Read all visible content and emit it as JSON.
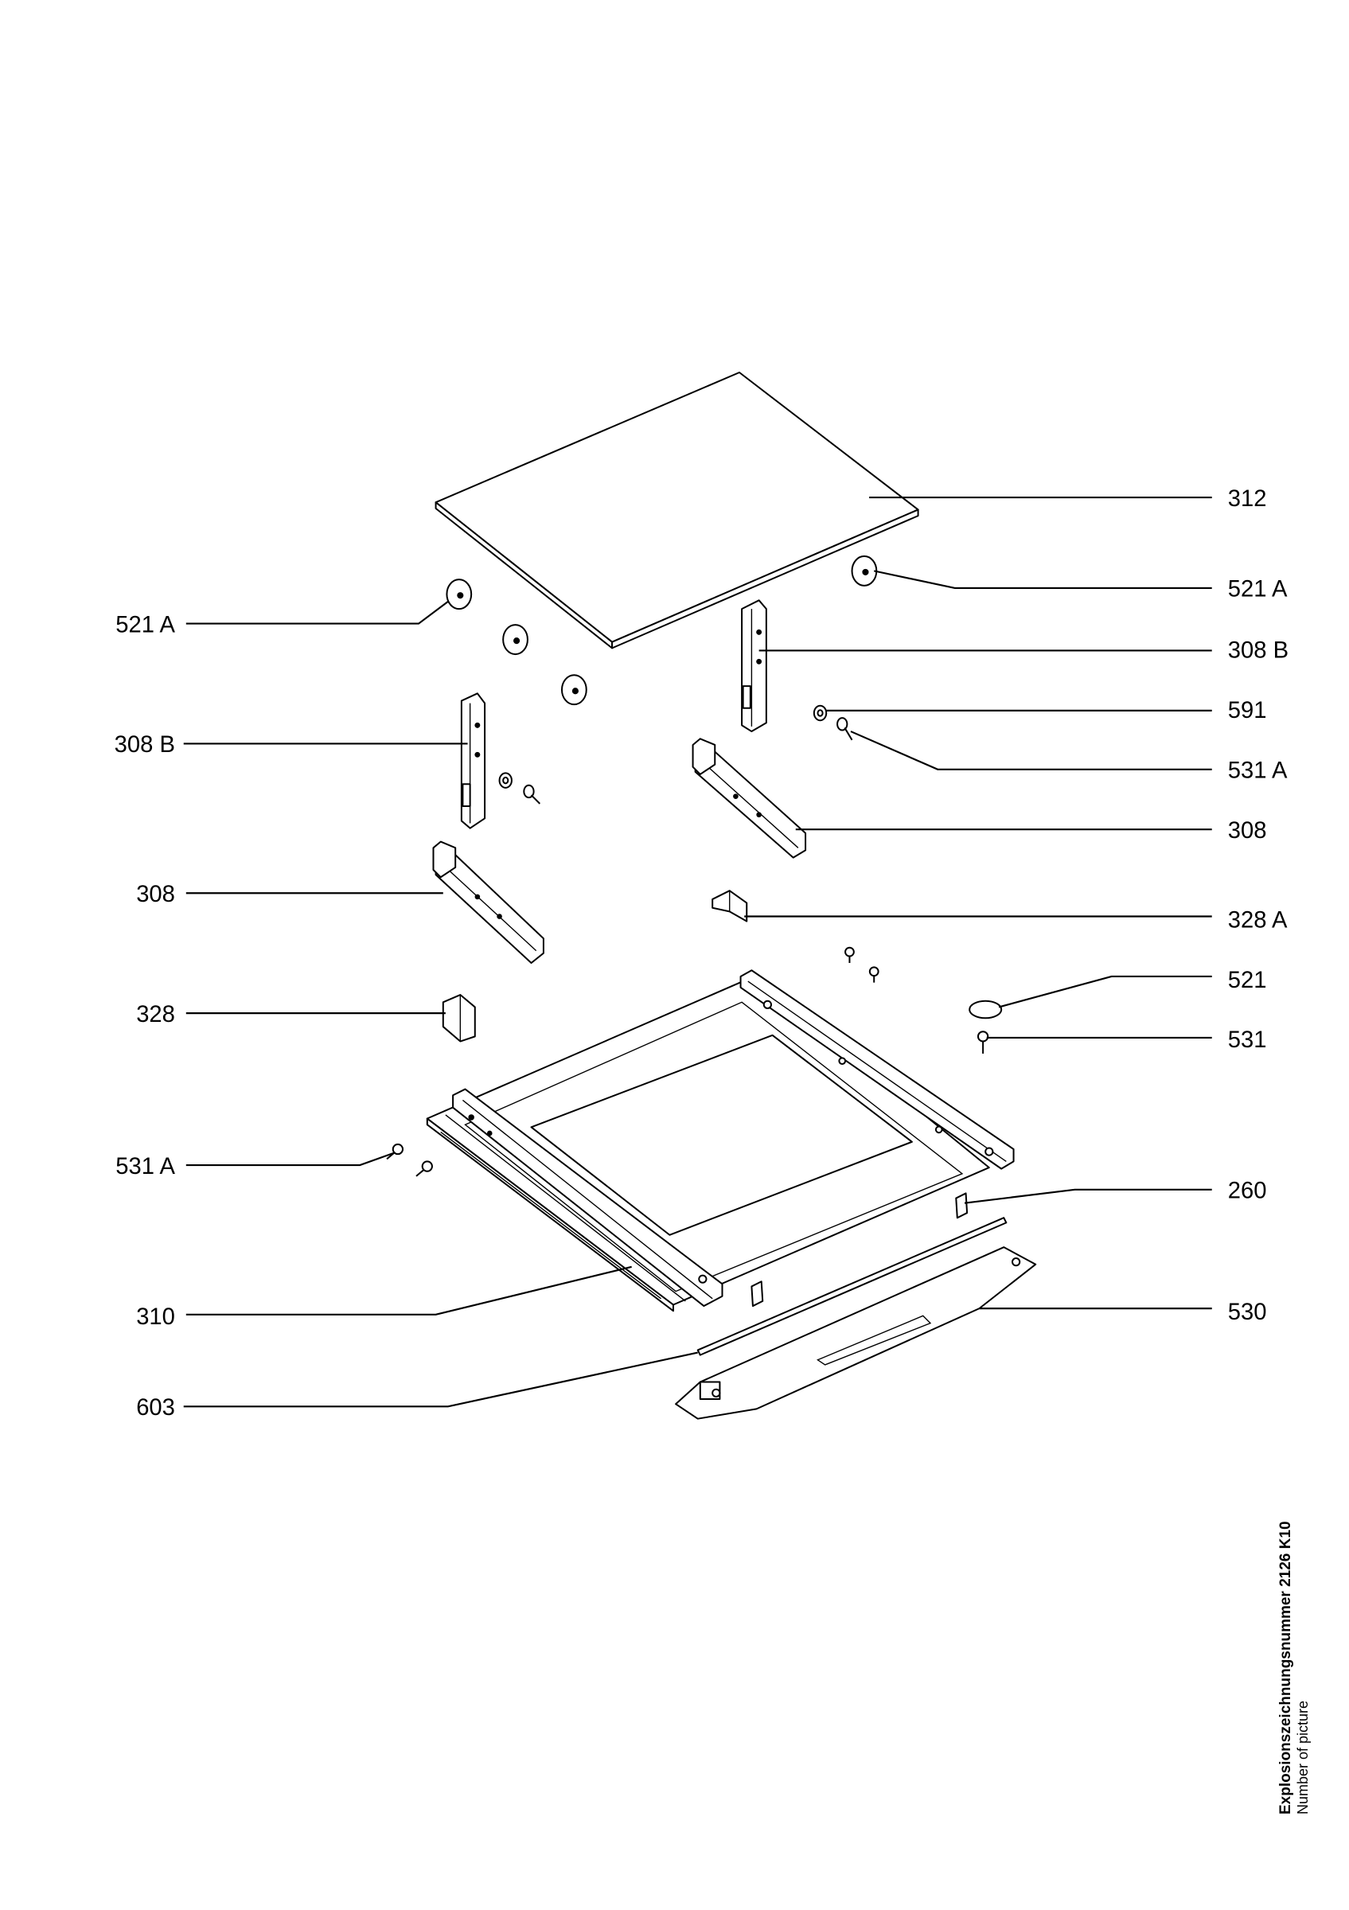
{
  "diagram": {
    "callouts": {
      "label_312": "312",
      "label_521A_right": "521 A",
      "label_308B_right": "308 B",
      "label_591": "591",
      "label_531A_right": "531 A",
      "label_308_right": "308",
      "label_328A": "328 A",
      "label_521": "521",
      "label_531": "531",
      "label_260": "260",
      "label_530": "530",
      "label_521A_left": "521 A",
      "label_308B_left": "308 B",
      "label_308_left": "308",
      "label_328": "328",
      "label_531A_left": "531 A",
      "label_310": "310",
      "label_603": "603"
    },
    "caption": {
      "title": "Explosionszeichnungsnummer 2126 K10",
      "subtitle": "Number of picture"
    }
  }
}
